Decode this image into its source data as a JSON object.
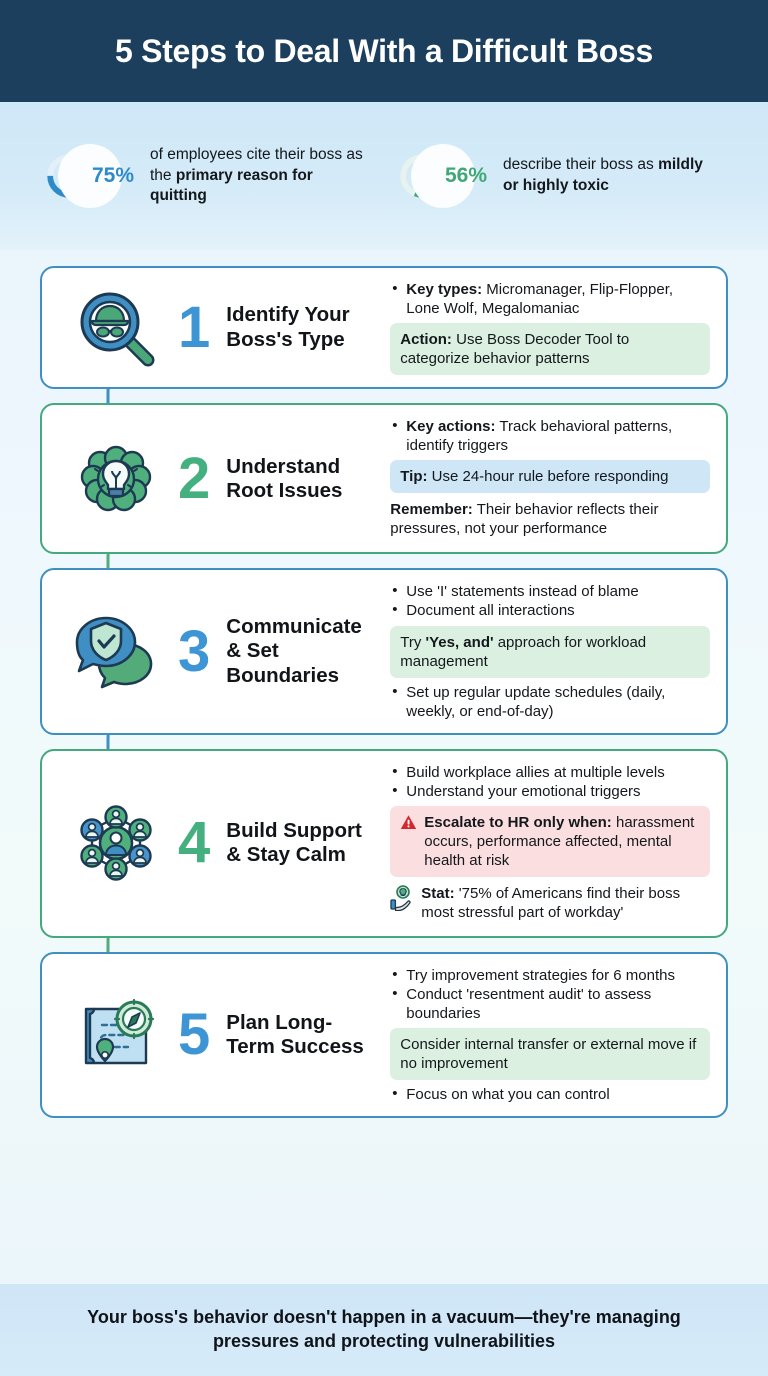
{
  "header": {
    "title": "5 Steps to Deal With a Difficult Boss"
  },
  "colors": {
    "header_bg": "#1c3f5e",
    "accent_blue": "#3d95d6",
    "accent_green": "#45b07f",
    "note_green_bg": "#dcf0e2",
    "note_blue_bg": "#cfe6f7",
    "note_red_bg": "#fbdfe0",
    "warning_red": "#d7262f",
    "page_bg": "#e6f2fb"
  },
  "stats": [
    {
      "percent": "75%",
      "value": 75,
      "color": "#2e8bc9",
      "text_plain": "of employees cite their boss as the ",
      "text_bold": "primary reason for quitting",
      "icon": "donut-chart-icon"
    },
    {
      "percent": "56%",
      "value": 56,
      "color": "#3fa876",
      "text_plain": "describe their boss as ",
      "text_bold": "mildly or highly toxic",
      "icon": "donut-chart-icon"
    }
  ],
  "steps": [
    {
      "number": "1",
      "number_color": "blue",
      "border_color": "blue",
      "title": "Identify Your Boss's Type",
      "icon": "magnifying-glass-detective-icon",
      "blocks": [
        {
          "kind": "bullets",
          "items": [
            {
              "bold": "Key types:",
              "text": " Micromanager, Flip-Flopper, Lone Wolf, Megalomaniac"
            }
          ]
        },
        {
          "kind": "note",
          "tone": "green",
          "bold": "Action:",
          "text": " Use Boss Decoder Tool to categorize behavior patterns"
        }
      ]
    },
    {
      "number": "2",
      "number_color": "green",
      "border_color": "green",
      "title": "Understand Root Issues",
      "icon": "brain-lightbulb-icon",
      "blocks": [
        {
          "kind": "bullets",
          "items": [
            {
              "bold": "Key actions:",
              "text": " Track behavioral patterns, identify triggers"
            }
          ]
        },
        {
          "kind": "note",
          "tone": "blue",
          "bold": "Tip:",
          "text": " Use 24-hour rule before responding"
        },
        {
          "kind": "note",
          "tone": "plain",
          "bold": "Remember:",
          "text": " Their behavior reflects their pressures, not your performance"
        }
      ]
    },
    {
      "number": "3",
      "number_color": "blue",
      "border_color": "blue",
      "title": "Communicate & Set Boundaries",
      "icon": "speech-bubbles-shield-icon",
      "blocks": [
        {
          "kind": "bullets",
          "items": [
            {
              "bold": "",
              "text": "Use 'I' statements instead of blame"
            },
            {
              "bold": "",
              "text": "Document all interactions"
            }
          ]
        },
        {
          "kind": "note",
          "tone": "green",
          "bold": "",
          "text": "Try 'Yes, and' approach for workload management",
          "rich": [
            {
              "t": "Try ",
              "b": false
            },
            {
              "t": "'Yes, and'",
              "b": true
            },
            {
              "t": " approach for workload management",
              "b": false
            }
          ]
        },
        {
          "kind": "bullets",
          "items": [
            {
              "bold": "",
              "text": "Set up regular update schedules (daily, weekly, or end-of-day)"
            }
          ]
        }
      ]
    },
    {
      "number": "4",
      "number_color": "green",
      "border_color": "green",
      "title": "Build Support & Stay Calm",
      "icon": "people-network-icon",
      "blocks": [
        {
          "kind": "bullets",
          "items": [
            {
              "bold": "",
              "text": "Build workplace allies at multiple levels"
            },
            {
              "bold": "",
              "text": "Understand your emotional triggers"
            }
          ]
        },
        {
          "kind": "note",
          "tone": "red",
          "icon": "warning-triangle-icon",
          "bold": "Escalate to HR only when:",
          "text": " harassment occurs, performance affected, mental health at risk"
        },
        {
          "kind": "note",
          "tone": "plain",
          "icon": "hand-lightbulb-icon",
          "bold": "Stat:",
          "text": " '75% of Americans find their boss most stressful part of workday'"
        }
      ]
    },
    {
      "number": "5",
      "number_color": "blue",
      "border_color": "blue",
      "title": "Plan Long-Term Success",
      "icon": "map-compass-icon",
      "blocks": [
        {
          "kind": "bullets",
          "items": [
            {
              "bold": "",
              "text": "Try improvement strategies for 6 months"
            },
            {
              "bold": "",
              "text": "Conduct 'resentment audit' to assess boundaries"
            }
          ]
        },
        {
          "kind": "note",
          "tone": "green",
          "bold": "",
          "text": "Consider internal transfer or external move if no improvement"
        },
        {
          "kind": "bullets",
          "items": [
            {
              "bold": "",
              "text": "Focus on what you can control"
            }
          ]
        }
      ]
    }
  ],
  "footer": {
    "text": "Your boss's behavior doesn't happen in a vacuum—they're managing pressures and protecting vulnerabilities"
  }
}
